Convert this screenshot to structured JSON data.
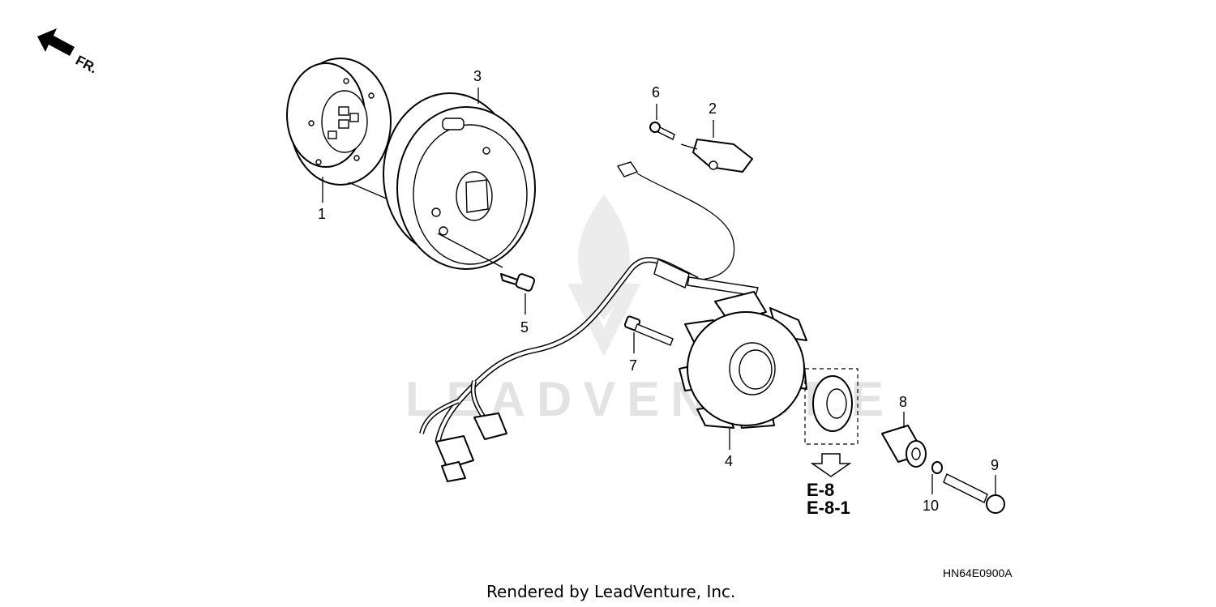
{
  "direction_label": "FR.",
  "callouts": {
    "c1": "1",
    "c2": "2",
    "c3": "3",
    "c4": "4",
    "c5": "5",
    "c6": "6",
    "c7": "7",
    "c8": "8",
    "c9": "9",
    "c10": "10"
  },
  "reference": {
    "line1": "E-8",
    "line2": "E-8-1"
  },
  "diagram_code": "HN64E0900A",
  "footer": "Rendered by LeadVenture, Inc.",
  "watermark": "LEADVENTURE"
}
